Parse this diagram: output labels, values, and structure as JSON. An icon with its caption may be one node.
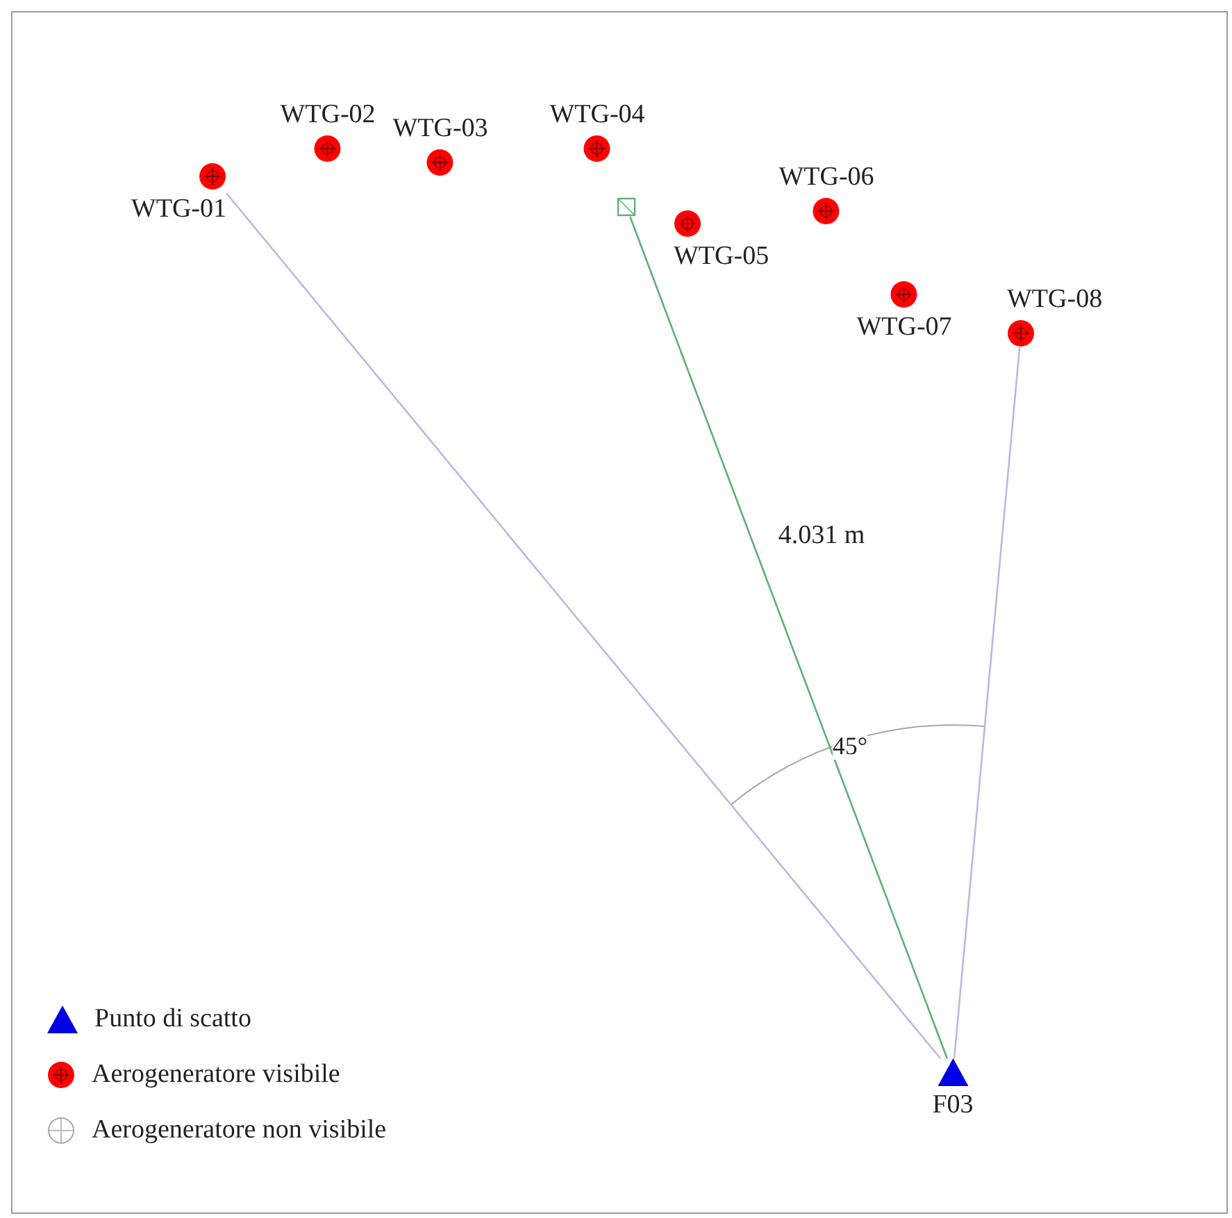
{
  "diagram": {
    "nodes": [
      {
        "text": [
          "WTG-01"
        ]
      },
      {
        "text": [
          "WTG-02"
        ]
      },
      {
        "text": [
          "WTG-03"
        ]
      },
      {
        "text": [
          "WTG-04"
        ]
      },
      {
        "text": [
          "WTG-05"
        ]
      },
      {
        "text": [
          "WTG-06"
        ]
      },
      {
        "text": [
          "WTG-07"
        ]
      },
      {
        "text": [
          "WTG-08"
        ]
      },
      {
        "text": [
          "F03"
        ]
      },
      {
        "text": [],
        "shape": "box"
      }
    ],
    "edges": [
      {
        "from": 8,
        "to": 0,
        "arrow": "none"
      },
      {
        "from": 8,
        "to": 9,
        "arrow": "none",
        "label": "4.031 m",
        "color": "#5fae78"
      },
      {
        "from": 8,
        "to": 7,
        "arrow": "none"
      }
    ],
    "labels": [
      "45°"
    ],
    "legend": [
      {
        "text": "Punto di scatto"
      },
      {
        "text": "Aerogeneratore visibile"
      },
      {
        "text": "Aerogeneratore non visibile"
      }
    ]
  }
}
